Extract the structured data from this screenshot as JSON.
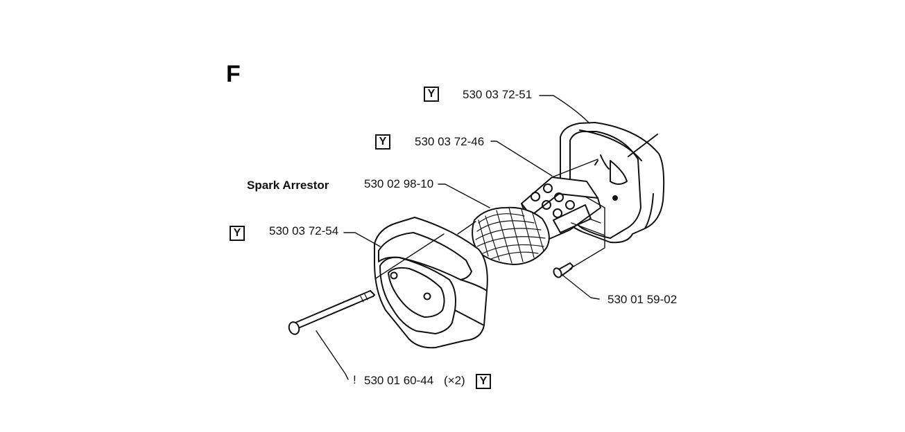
{
  "figure_letter": "F",
  "callouts": {
    "muffler_rear_cover": {
      "part_number": "530 03 72-51",
      "marker": "Y"
    },
    "baffle_plate": {
      "part_number": "530 03 72-46",
      "marker": "Y"
    },
    "spark_arrestor": {
      "name": "Spark Arrestor",
      "part_number": "530 02 98-10"
    },
    "muffler_front_cover": {
      "part_number": "530 03 72-54",
      "marker": "Y"
    },
    "screw": {
      "part_number": "530 01 59-02"
    },
    "long_bolt": {
      "prefix": "!",
      "part_number": "530 01 60-44",
      "quantity": "(×2)",
      "marker": "Y"
    }
  },
  "colors": {
    "ink": "#111111",
    "background": "#ffffff"
  }
}
